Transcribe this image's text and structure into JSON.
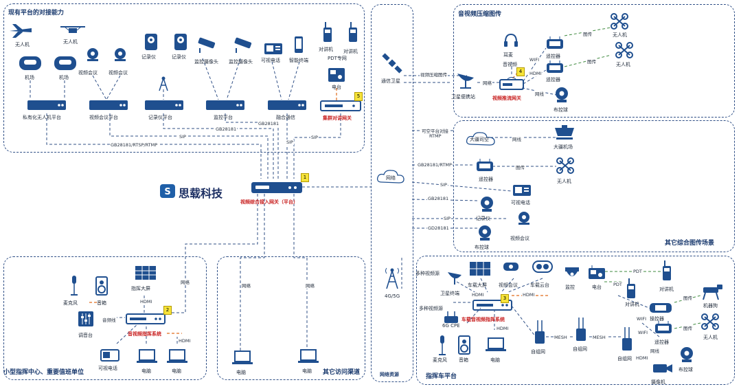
{
  "regions": {
    "top_left": "现有平台的对接能力",
    "top_right": "音视频压缩图传",
    "mid_right": "其它综合图传场景",
    "bottom_left": "小型指挥中心、重要值班单位",
    "bottom_mid": "其它访问渠道",
    "network": "网络资源",
    "bottom_right": "指挥车平台"
  },
  "brand": {
    "name": "思载科技",
    "logo_letter": "S"
  },
  "center_gateway": {
    "label": "视频综合接入网关（平台）",
    "badge": "1"
  },
  "top_left": {
    "icons": [
      "无人机",
      "无人机",
      "机场",
      "机场",
      "视频会议",
      "视频会议",
      "记录仪",
      "记录仪",
      "监控摄像头",
      "监控摄像头",
      "可视电话",
      "智能终端",
      "对讲机",
      "对讲机",
      "PDT专网",
      "电台"
    ],
    "platforms": [
      "私有化无人机平台",
      "视频会议平台",
      "记录仪平台",
      "监控平台",
      "融合通信"
    ],
    "gateway": "集群对讲网关",
    "gateway_badge": "5",
    "links": [
      "GB28181",
      "GB28181",
      "SIP",
      "SIP",
      "GB28181/RTSP/RTMP",
      "SIP"
    ]
  },
  "network": {
    "satellite": "通信卫星",
    "internet": "网络",
    "cellular": "4G/5G"
  },
  "top_right": {
    "ground_station": "卫星便携站",
    "compress_label": "视频压缩图传",
    "network_link": "网络",
    "gateway": "视频推流网关",
    "gateway_badge": "4",
    "devices": [
      "耳麦",
      "音视频",
      "遥控器",
      "遥控器",
      "无人机",
      "无人机",
      "布控球"
    ],
    "links": [
      "WIFI",
      "HDMI",
      "图传",
      "图传",
      "网线"
    ]
  },
  "mid_right": {
    "items": [
      "可空平台对接",
      "RTMP",
      "大疆司空",
      "网线",
      "大疆机场",
      "GB28181/RTMP",
      "遥控器",
      "图传",
      "无人机",
      "SIP",
      "可视电话",
      "GB28181",
      "布控球",
      "SIP",
      "记录仪",
      "GD28181",
      "视频会议"
    ]
  },
  "bottom_left": {
    "devices": [
      "麦克风",
      "音箱",
      "指挥大屏",
      "调音台",
      "可视电话",
      "电脑",
      "电脑"
    ],
    "system": "音视频指挥系统",
    "badge": "2",
    "links": [
      "HDMI",
      "音频线",
      "HDMI",
      "网络"
    ]
  },
  "bottom_mid": {
    "devices": [
      "电脑",
      "电脑"
    ],
    "links": [
      "网络",
      "网络"
    ]
  },
  "bottom_right": {
    "devices": [
      "多种视频源",
      "卫星终端",
      "车载大屏",
      "视频会议",
      "车载云台",
      "监控",
      "电台",
      "对讲机",
      "机器狗",
      "多种视频源",
      "6G CPE",
      "麦克风",
      "音箱",
      "电脑",
      "自组网",
      "自组网",
      "自组网",
      "遥控器",
      "操控器",
      "无人机",
      "布控球",
      "摄像机"
    ],
    "system": "车载音视频指挥系统",
    "badge": "3",
    "links": [
      "HDMI",
      "HDMI",
      "HDMI",
      "MESH",
      "MESH",
      "PDT",
      "PDT",
      "图传",
      "图传",
      "WIFI",
      "WIFI",
      "网线",
      "HDMI",
      "网线"
    ]
  },
  "colors": {
    "line": "#2f4f86",
    "device": "#1f4f8f",
    "red_text": "#c81e1e",
    "green_link": "#3f8a3f",
    "orange_link": "#e06a1a",
    "badge": "#f6e33a"
  }
}
